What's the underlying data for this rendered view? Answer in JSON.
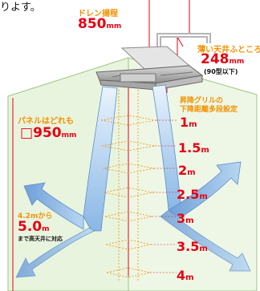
{
  "header_fragment": "りよす。",
  "drain": {
    "label": "ドレン揚程",
    "value": "850",
    "unit": "mm"
  },
  "ceiling_space": {
    "label": "薄い天井ふところ",
    "value": "248",
    "unit": "mm",
    "note": "(90型以下)"
  },
  "grille": {
    "line1": "昇降グリルの",
    "line2": "下降距離多段設定"
  },
  "panel": {
    "label": "パネルはどれも",
    "prefix": "□",
    "value": "950",
    "unit": "mm"
  },
  "height": {
    "from": "4.2mから",
    "value": "5.0",
    "unit": "m",
    "note": "まで高天井に対応"
  },
  "distances": [
    {
      "value": "1",
      "unit": "m"
    },
    {
      "value": "1.5",
      "unit": "m"
    },
    {
      "value": "2",
      "unit": "m"
    },
    {
      "value": "2.5",
      "unit": "m"
    },
    {
      "value": "3",
      "unit": "m"
    },
    {
      "value": "3.5",
      "unit": "m"
    },
    {
      "value": "4",
      "unit": "m"
    }
  ],
  "colors": {
    "room": "#e8f3dc",
    "wall_line": "#9cc77a",
    "airflow": "#a9cdee",
    "accent": "#e60012",
    "label_orange": "#f39200"
  },
  "icons": [
    "air-conditioner-unit-icon",
    "airflow-arrow-icon",
    "grille-level-marker-icon"
  ]
}
